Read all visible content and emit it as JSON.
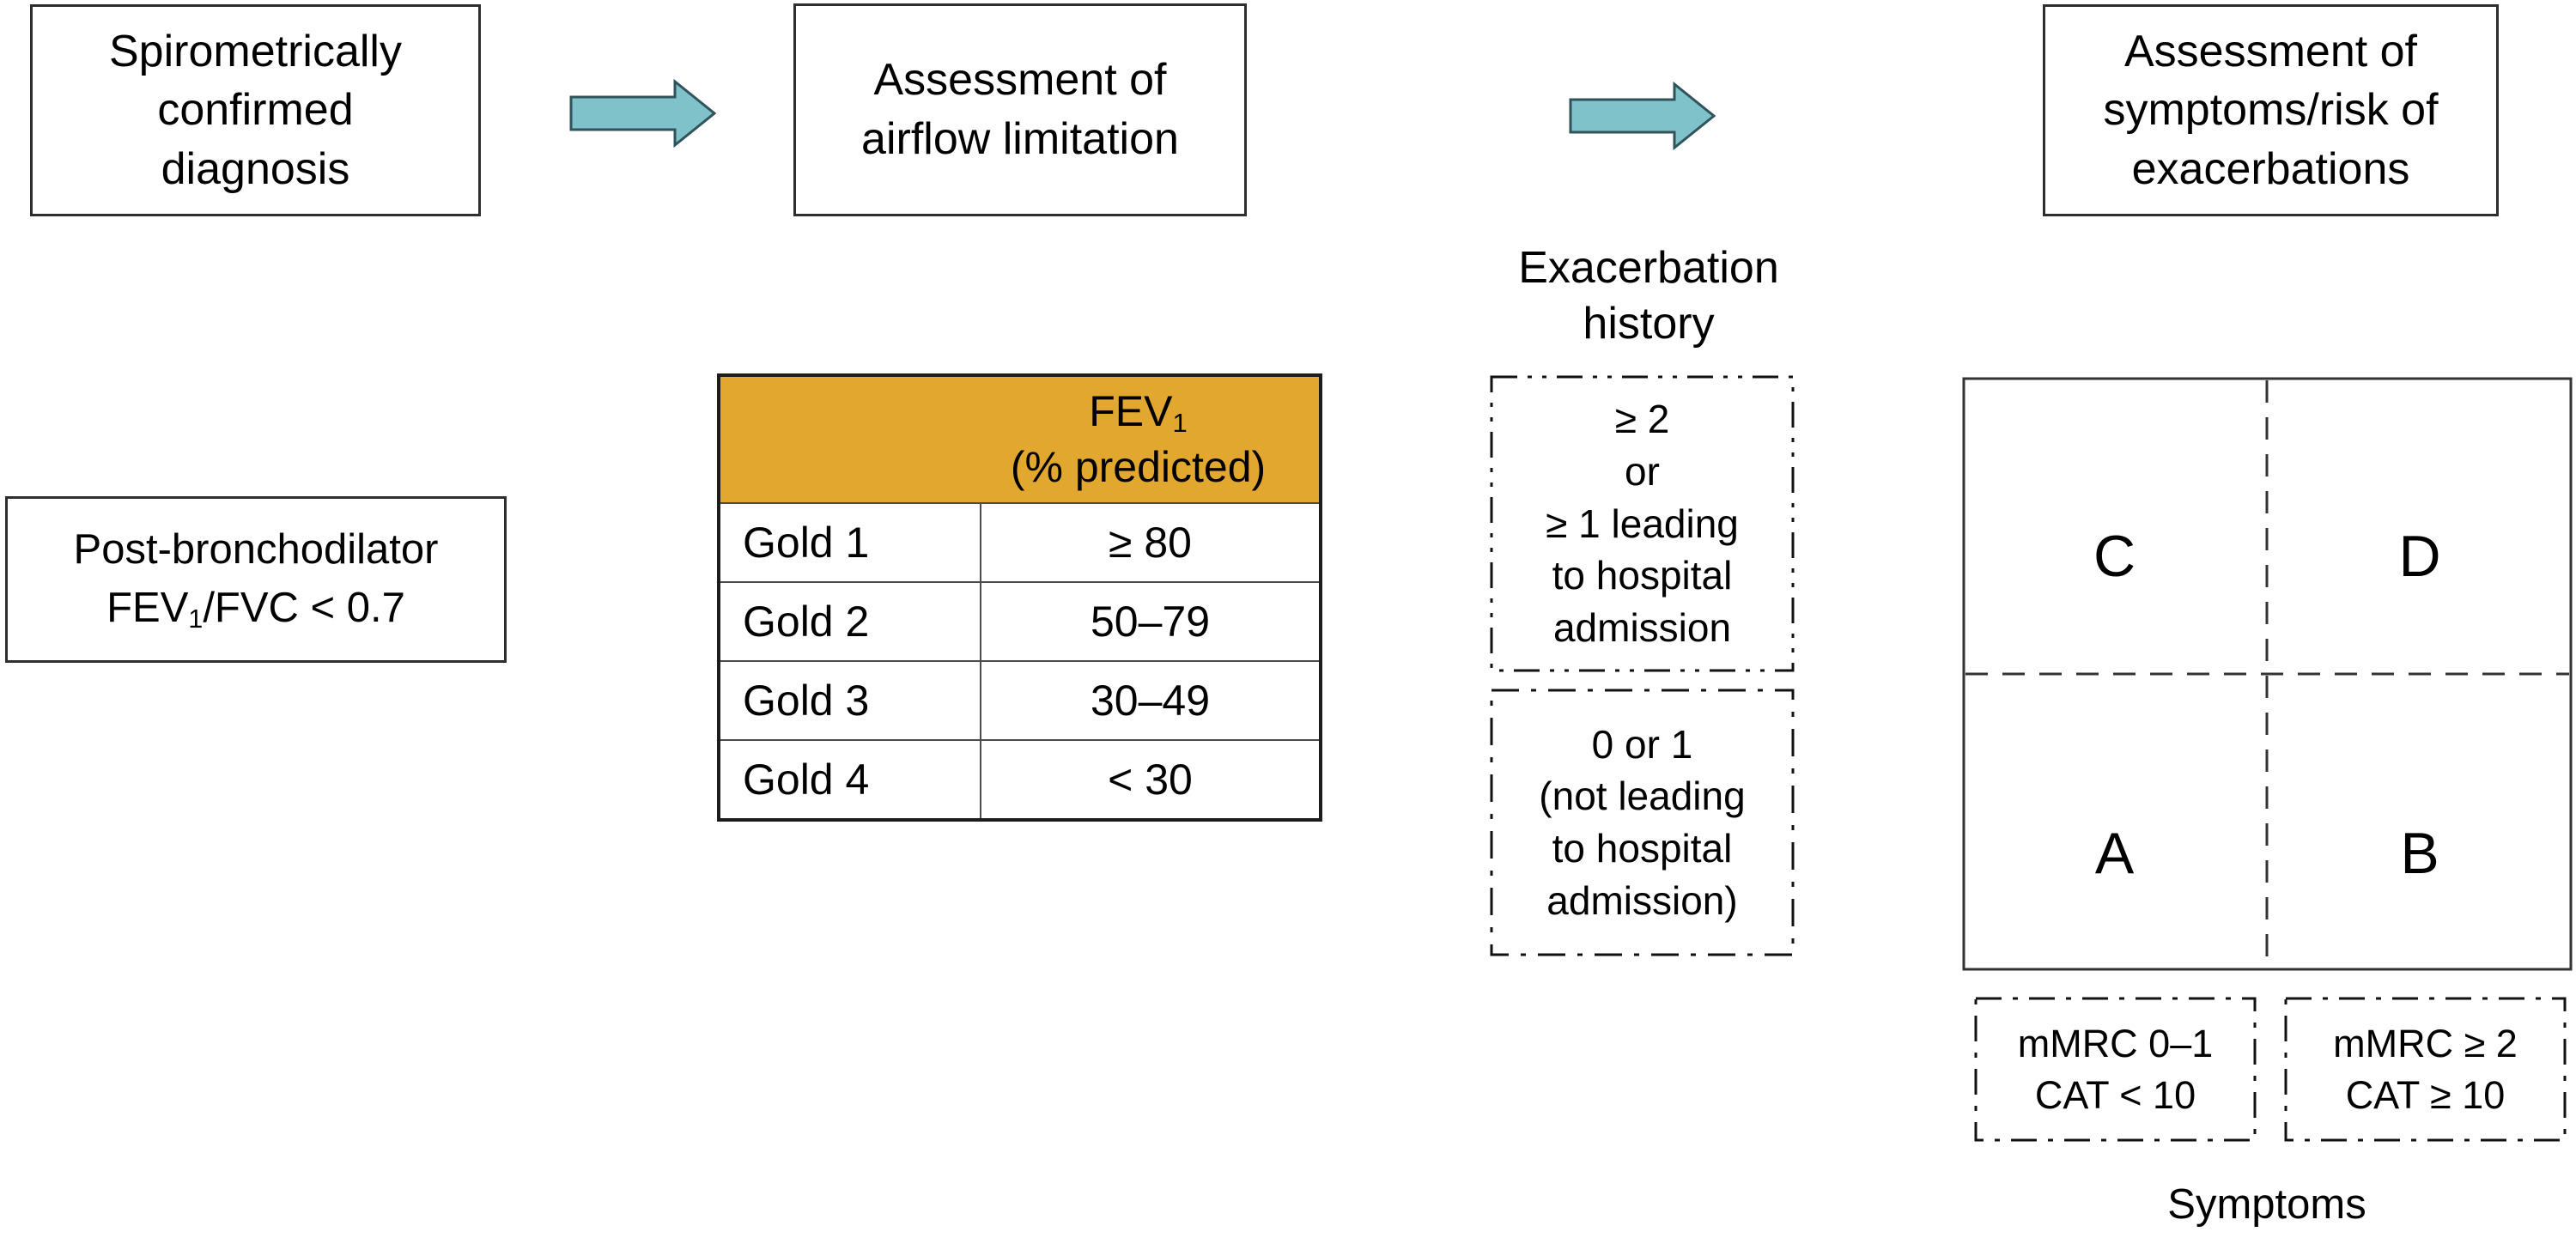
{
  "diagram": {
    "title_boxes": {
      "spirometric": "Spirometrically\nconfirmed\ndiagnosis",
      "airflow": "Assessment of\nairflow limitation",
      "symptoms_risk": "Assessment of\nsymptoms/risk of\nexacerbations"
    },
    "post_bronchodilator": {
      "line1": "Post-bronchodilator",
      "fev": "FEV",
      "fev_sub": "1",
      "rest": "/FVC < 0.7"
    },
    "fev_table": {
      "header": {
        "fev": "FEV",
        "fev_sub": "1",
        "line2": "(% predicted)"
      },
      "rows": [
        {
          "grade": "Gold 1",
          "value": "≥ 80"
        },
        {
          "grade": "Gold 2",
          "value": "50–79"
        },
        {
          "grade": "Gold 3",
          "value": "30–49"
        },
        {
          "grade": "Gold 4",
          "value": "< 30"
        }
      ]
    },
    "exacerbation": {
      "label": "Exacerbation\nhistory",
      "high_risk": "≥ 2\nor\n≥ 1 leading\nto hospital\nadmission",
      "low_risk": "0 or 1\n(not leading\nto hospital\nadmission)"
    },
    "quadrants": {
      "top_left": "C",
      "top_right": "D",
      "bottom_left": "A",
      "bottom_right": "B"
    },
    "symptom_boxes": {
      "low": "mMRC 0–1\nCAT < 10",
      "high": "mMRC ≥ 2\nCAT ≥ 10"
    },
    "symptoms_label": "Symptoms",
    "colors": {
      "arrow_fill": "#80C2C9",
      "arrow_stroke": "#31535C",
      "table_header_bg": "#E2A72E"
    }
  }
}
